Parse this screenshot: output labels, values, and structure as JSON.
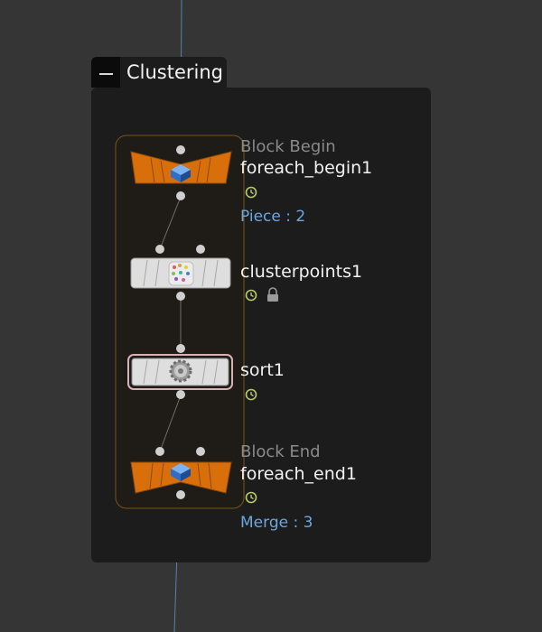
{
  "network_box": {
    "title": "Clustering",
    "collapse_icon": "minus-icon"
  },
  "nodes": [
    {
      "id": "foreach_begin1",
      "type_label": "Block Begin",
      "name": "foreach_begin1",
      "info": "Piece : 2",
      "icon": "blue-block-icon",
      "color": "#d96f0b",
      "flags": [
        "clock-icon"
      ]
    },
    {
      "id": "clusterpoints1",
      "type_label": "",
      "name": "clusterpoints1",
      "info": "",
      "icon": "scatter-dots-icon",
      "color": "#dedede",
      "flags": [
        "clock-icon",
        "lock-icon"
      ]
    },
    {
      "id": "sort1",
      "type_label": "",
      "name": "sort1",
      "info": "",
      "icon": "gear-icon",
      "color": "#dedede",
      "selected": true,
      "flags": [
        "clock-icon"
      ]
    },
    {
      "id": "foreach_end1",
      "type_label": "Block End",
      "name": "foreach_end1",
      "info": "Merge : 3",
      "icon": "blue-block-icon",
      "color": "#d96f0b",
      "flags": [
        "clock-icon"
      ]
    }
  ],
  "colors": {
    "background": "#353535",
    "box_fill": "#1c1c1c",
    "block_outline": "#7a5416",
    "wire": "#5d7fae",
    "info_text": "#6ea6e0",
    "flag_icon": "#b9c96b"
  }
}
